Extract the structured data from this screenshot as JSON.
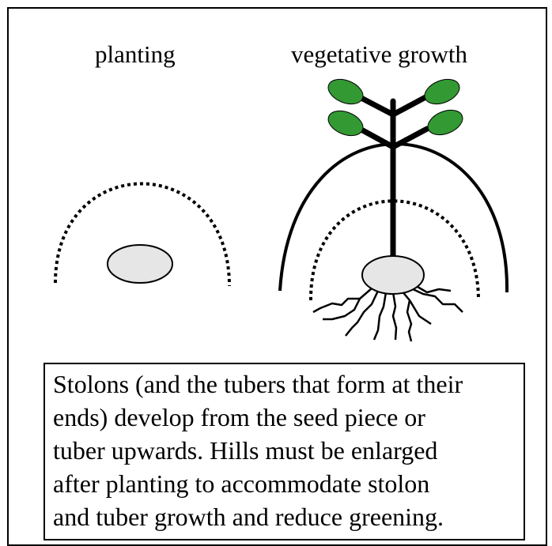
{
  "labels": {
    "planting": "planting",
    "vegetative_growth": "vegetative growth"
  },
  "caption_lines": [
    "Stolons (and the tubers that form at their",
    "ends) develop from the seed piece or",
    "tuber upwards. Hills must be enlarged",
    "after planting to accommodate stolon",
    "and tuber growth and reduce greening."
  ],
  "colors": {
    "leaf": "#339933",
    "tuber_fill": "#e6e6e6",
    "line": "#000000"
  }
}
